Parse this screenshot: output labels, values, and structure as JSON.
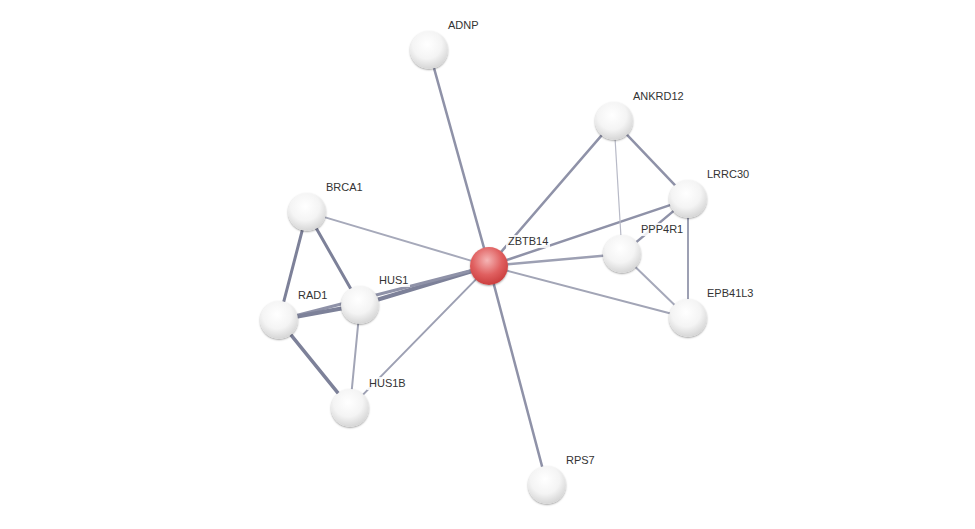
{
  "diagram": {
    "nodes": [
      {
        "text": [
          "ADNP"
        ]
      },
      {
        "text": [
          "ANKRD12"
        ]
      },
      {
        "text": [
          "LRRC30"
        ]
      },
      {
        "text": [
          "BRCA1"
        ]
      },
      {
        "text": [
          "ZBTB14"
        ]
      },
      {
        "text": [
          "PPP4R1"
        ]
      },
      {
        "text": [
          "HUS1"
        ]
      },
      {
        "text": [
          "RAD1"
        ]
      },
      {
        "text": [
          "EPB41L3"
        ]
      },
      {
        "text": [
          "HUS1B"
        ]
      },
      {
        "text": [
          "RPS7"
        ]
      }
    ],
    "edges": [
      {
        "from": 4,
        "to": 0,
        "arrow": "none"
      },
      {
        "from": 4,
        "to": 1,
        "arrow": "none"
      },
      {
        "from": 4,
        "to": 2,
        "arrow": "none"
      },
      {
        "from": 4,
        "to": 5,
        "arrow": "none"
      },
      {
        "from": 4,
        "to": 8,
        "arrow": "none"
      },
      {
        "from": 4,
        "to": 10,
        "arrow": "none"
      },
      {
        "from": 4,
        "to": 3,
        "arrow": "none"
      },
      {
        "from": 4,
        "to": 6,
        "arrow": "none"
      },
      {
        "from": 4,
        "to": 7,
        "arrow": "none"
      },
      {
        "from": 4,
        "to": 9,
        "arrow": "none"
      },
      {
        "from": 1,
        "to": 2,
        "arrow": "none"
      },
      {
        "from": 1,
        "to": 5,
        "arrow": "none"
      },
      {
        "from": 2,
        "to": 5,
        "arrow": "none"
      },
      {
        "from": 2,
        "to": 8,
        "arrow": "none"
      },
      {
        "from": 5,
        "to": 8,
        "arrow": "none"
      },
      {
        "from": 3,
        "to": 7,
        "arrow": "none"
      },
      {
        "from": 3,
        "to": 6,
        "arrow": "none"
      },
      {
        "from": 7,
        "to": 6,
        "arrow": "none"
      },
      {
        "from": 7,
        "to": 9,
        "arrow": "none"
      },
      {
        "from": 6,
        "to": 9,
        "arrow": "none"
      }
    ]
  }
}
